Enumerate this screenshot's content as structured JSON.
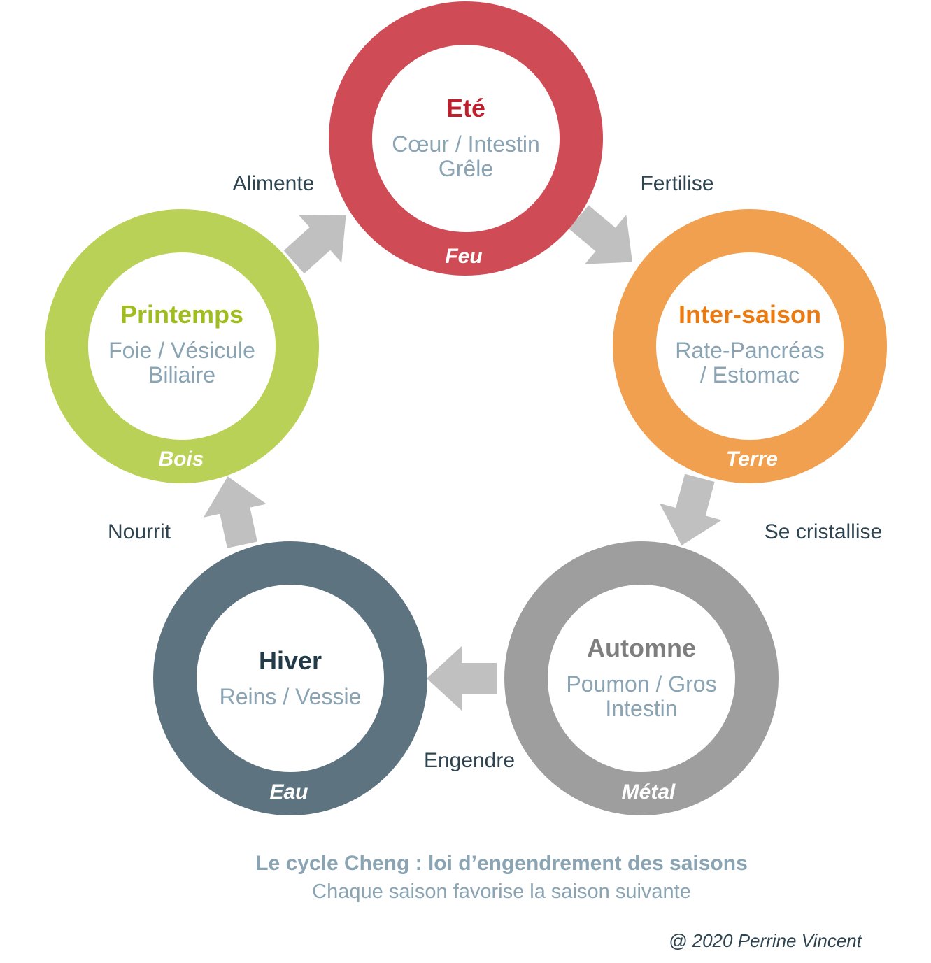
{
  "colors": {
    "ete": "#cf4c56",
    "ete_title": "#c0202d",
    "inter": "#f0a04e",
    "inter_title": "#ea7a12",
    "automne": "#9e9e9e",
    "automne_title": "#7e7e7e",
    "hiver": "#5d7480",
    "hiver_title": "#233a48",
    "printemps": "#b9d156",
    "printemps_title": "#9fbd1e",
    "arrow": "#c0c0c0",
    "organ_text": "#8aa4b4"
  },
  "seasons": [
    {
      "name": "Eté",
      "organs": [
        "Cœur / Intestin",
        "Grêle"
      ],
      "element": "Feu"
    },
    {
      "name": "Inter-saison",
      "organs": [
        "Rate-Pancréas",
        "/ Estomac"
      ],
      "element": "Terre"
    },
    {
      "name": "Automne",
      "organs": [
        "Poumon / Gros",
        "Intestin"
      ],
      "element": "Métal"
    },
    {
      "name": "Hiver",
      "organs": [
        "Reins / Vessie"
      ],
      "element": "Eau"
    },
    {
      "name": "Printemps",
      "organs": [
        "Foie / Vésicule",
        "Biliaire"
      ],
      "element": "Bois"
    }
  ],
  "relations": {
    "alimente": "Alimente",
    "fertilise": "Fertilise",
    "se_cristallise": "Se cristallise",
    "engendre": "Engendre",
    "nourrit": "Nourrit"
  },
  "caption": {
    "title": "Le cycle Cheng : loi d’engendrement des saisons",
    "subtitle": "Chaque saison favorise la saison suivante"
  },
  "credit": "@ 2020 Perrine Vincent"
}
